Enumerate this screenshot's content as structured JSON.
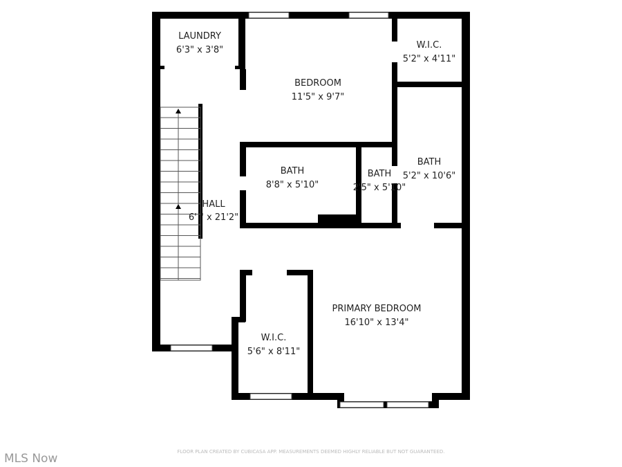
{
  "rooms": [
    {
      "name": "LAUNDRY",
      "size": "6'3\" x 3'8\""
    },
    {
      "name": "BEDROOM",
      "size": "11'5\" x 9'7\""
    },
    {
      "name": "W.I.C.",
      "size": "5'2\" x 4'11\""
    },
    {
      "name": "BATH",
      "size": "8'8\" x 5'10\""
    },
    {
      "name": "BATH",
      "size": "2'5\" x 5'10\""
    },
    {
      "name": "BATH",
      "size": "5'2\" x 10'6\""
    },
    {
      "name": "HALL",
      "size": "6'  \" x 21'2\""
    },
    {
      "name": "PRIMARY BEDROOM",
      "size": "16'10\" x 13'4\""
    },
    {
      "name": "W.I.C.",
      "size": "5'6\" x 8'11\""
    }
  ],
  "footer": "FLOOR PLAN CREATED BY CUBICASA APP. MEASUREMENTS DEEMED HIGHLY RELIABLE BUT NOT GUARANTEED.",
  "watermark": "MLS Now"
}
